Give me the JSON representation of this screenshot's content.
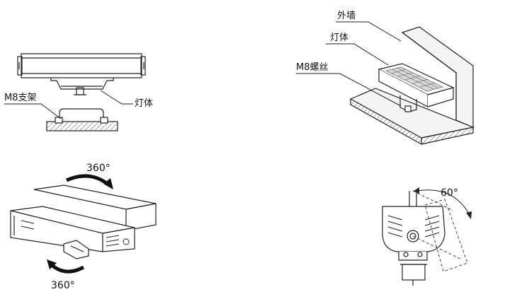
{
  "labels": {
    "m8_bracket": "M8支架",
    "lamp_body_front": "灯体",
    "outer_wall": "外墙",
    "lamp_body_wall": "灯体",
    "m8_screw": "M8螺丝",
    "rotation_top": "360°",
    "rotation_bottom": "360°",
    "tilt_angle": "60°"
  },
  "colors": {
    "line": "#222222",
    "hatch": "#555555",
    "wall_fill": "#f4f4f4",
    "fixture_fill": "#ffffff",
    "led_fill": "#d9d9d9"
  },
  "icons": {
    "rotate_arrow": "curved-arrow-icon"
  }
}
